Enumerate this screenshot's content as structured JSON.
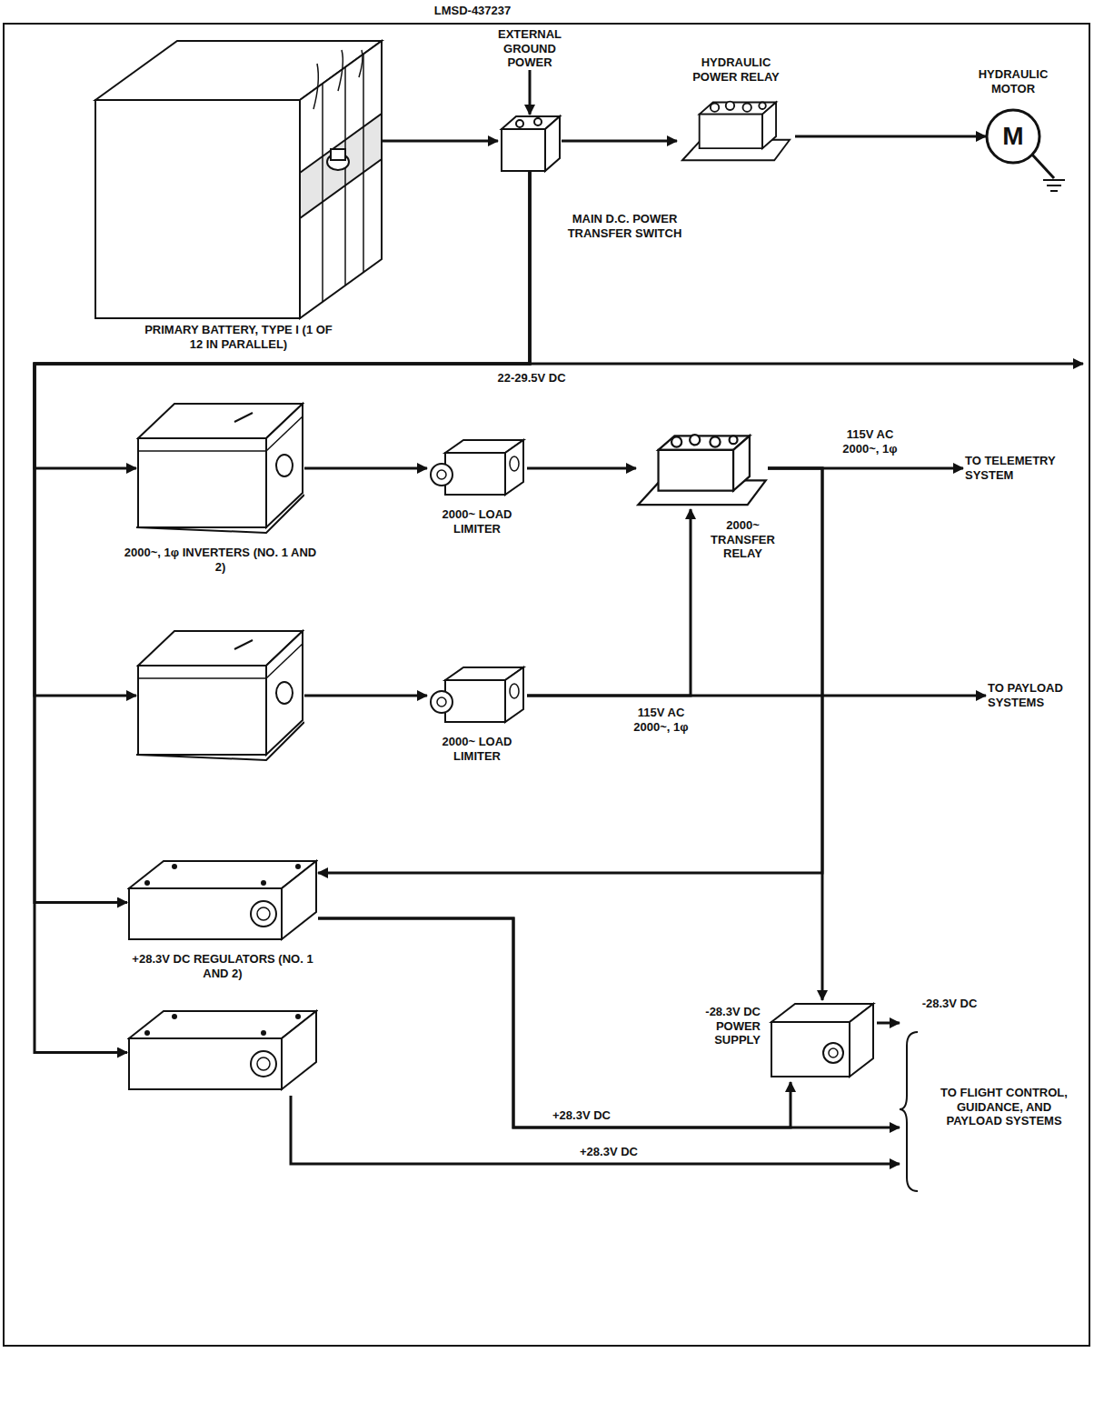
{
  "diagram": {
    "nodes": [
      {
        "text": [
          "PRIMARY BATTERY, TYPE I (1 OF 12 IN PARALLEL)"
        ]
      },
      {
        "text": [
          "MAIN D.C. POWER TRANSFER SWITCH"
        ]
      },
      {
        "text": [
          "HYDRAULIC POWER RELAY"
        ]
      },
      {
        "text": [
          "HYDRAULIC MOTOR",
          "M"
        ]
      },
      {
        "text": [
          "2000~, 1φ INVERTERS (NO. 1 AND 2)"
        ]
      },
      {
        "text": [
          "2000~ LOAD LIMITER"
        ]
      },
      {
        "text": [
          "2000~ TRANSFER RELAY"
        ]
      },
      {
        "text": []
      },
      {
        "text": [
          "2000~ LOAD LIMITER"
        ]
      },
      {
        "text": [
          "+28.3V DC REGULATORS (NO. 1 AND 2)"
        ]
      },
      {
        "text": []
      },
      {
        "text": [
          "-28.3V DC POWER SUPPLY"
        ]
      },
      {
        "text": [
          "TO TELEMETRY SYSTEM"
        ]
      },
      {
        "text": [
          "TO PAYLOAD SYSTEMS"
        ]
      },
      {
        "text": [
          "TO FLIGHT CONTROL, GUIDANCE, AND PAYLOAD SYSTEMS"
        ]
      }
    ],
    "edges": [
      {
        "from": 0,
        "to": 1,
        "arrow": "to"
      },
      {
        "from": 1,
        "to": 2,
        "arrow": "to"
      },
      {
        "from": 2,
        "to": 3,
        "arrow": "to"
      },
      {
        "from": 1,
        "to": 4,
        "arrow": "to"
      },
      {
        "from": 1,
        "to": 7,
        "arrow": "to"
      },
      {
        "from": 1,
        "to": 9,
        "arrow": "to"
      },
      {
        "from": 1,
        "to": 10,
        "arrow": "to"
      },
      {
        "from": 4,
        "to": 5,
        "arrow": "to"
      },
      {
        "from": 5,
        "to": 6,
        "arrow": "to"
      },
      {
        "from": 6,
        "to": 12,
        "label": "115V AC 2000~, 1φ",
        "arrow": "to"
      },
      {
        "from": 7,
        "to": 8,
        "arrow": "to"
      },
      {
        "from": 8,
        "to": 6,
        "arrow": "to"
      },
      {
        "from": 8,
        "to": 13,
        "label": "115V AC 2000~, 1φ",
        "arrow": "to"
      },
      {
        "from": 6,
        "to": 11,
        "arrow": "to"
      },
      {
        "from": 6,
        "to": 9,
        "arrow": "to"
      },
      {
        "from": 9,
        "to": 14,
        "label": "+28.3V DC",
        "arrow": "to"
      },
      {
        "from": 9,
        "to": 11,
        "arrow": "to"
      },
      {
        "from": 10,
        "to": 14,
        "label": "+28.3V DC",
        "arrow": "to"
      },
      {
        "from": 11,
        "to": 14,
        "label": "-28.3V DC",
        "arrow": "to"
      }
    ],
    "labels": [
      "LMSD-437237",
      "EXTERNAL GROUND POWER",
      "22-29.5V DC"
    ]
  }
}
